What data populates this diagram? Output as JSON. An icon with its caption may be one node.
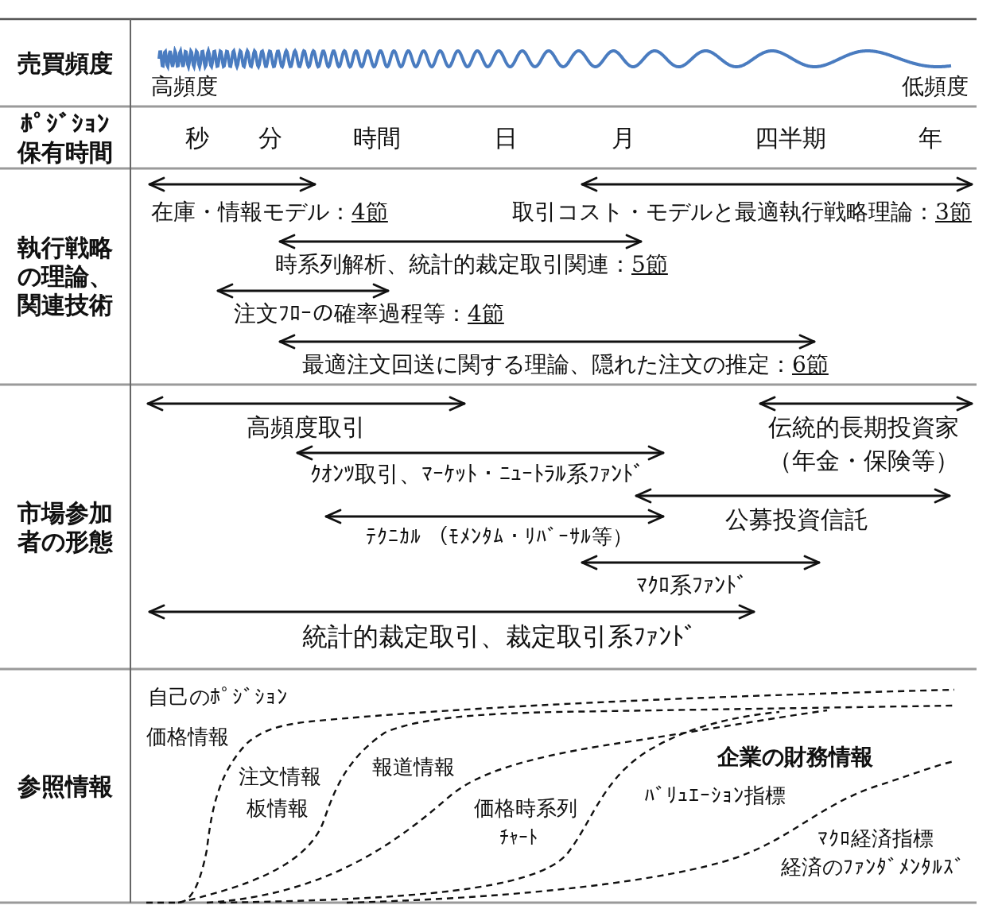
{
  "diagram": {
    "labels": [
      "売買頻度",
      "高頻度",
      "低頻度",
      "ﾎﾟｼﾞｼｮﾝ保有時間",
      "秒",
      "分",
      "時間",
      "日",
      "月",
      "四半期",
      "年",
      "執行戦略の理論、関連技術",
      "在庫・情報モデル：4節",
      "取引コスト・モデルと最適執行戦略理論：3節",
      "時系列解析、統計的裁定取引関連：5節",
      "注文ﾌﾛｰの確率過程等：4節",
      "最適注文回送に関する理論、隠れた注文の推定：6節",
      "市場参加者の形態",
      "高頻度取引",
      "伝統的長期投資家（年金・保険等）",
      "ｸｵﾝﾂ取引、ﾏｰｹｯﾄ・ﾆｭｰﾄﾗﾙ系ﾌｧﾝﾄﾞ",
      "公募投資信託",
      "ﾃｸﾆｶﾙ （ﾓﾒﾝﾀﾑ・ﾘﾊﾞｰｻﾙ等）",
      "ﾏｸﾛ系ﾌｧﾝﾄﾞ",
      "統計的裁定取引、裁定取引系ﾌｧﾝﾄﾞ",
      "参照情報",
      "自己のﾎﾟｼﾞｼｮﾝ",
      "価格情報",
      "注文情報",
      "板情報",
      "報道情報",
      "価格時系列",
      "ﾁｬｰﾄ",
      "企業の財務情報",
      "ﾊﾞﾘｭｴｰｼｮﾝ指標",
      "ﾏｸﾛ経済指標",
      "経済のﾌｧﾝﾀﾞﾒﾝﾀﾙｽﾞ"
    ]
  }
}
